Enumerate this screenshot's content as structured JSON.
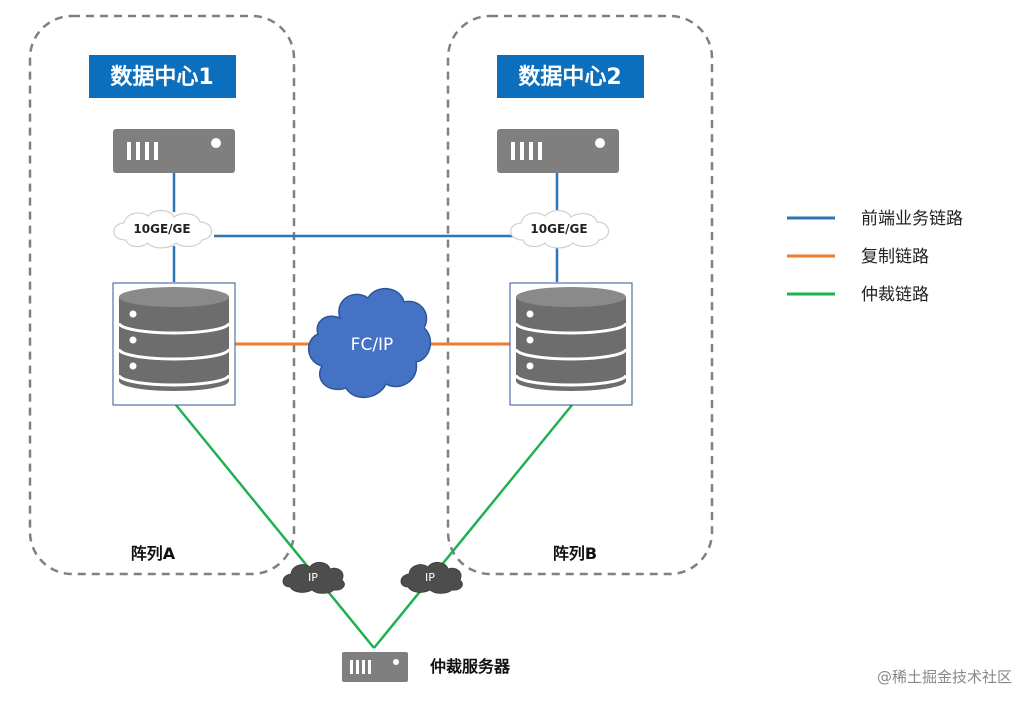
{
  "datacenters": [
    {
      "title": "数据中心1",
      "network_label": "10GE/GE",
      "array_label": "阵列A"
    },
    {
      "title": "数据中心2",
      "network_label": "10GE/GE",
      "array_label": "阵列B"
    }
  ],
  "center_cloud": {
    "label": "FC/IP"
  },
  "ip_clouds": [
    {
      "label": "IP"
    },
    {
      "label": "IP"
    }
  ],
  "quorum_server": {
    "label": "仲裁服务器"
  },
  "legend": {
    "items": [
      {
        "label": "前端业务链路",
        "color": "#2e75b6"
      },
      {
        "label": "复制链路",
        "color": "#ed7d31"
      },
      {
        "label": "仲裁链路",
        "color": "#1fb050"
      }
    ]
  },
  "watermark": "@稀土掘金技术社区",
  "colors": {
    "title_bg": "#0b6fbd",
    "server": "#7f7f7f",
    "storage": "#6d6d6d",
    "cloud_blue": "#4472c4",
    "cloud_dark": "#4d4d4d",
    "dashed_border": "#808080"
  }
}
